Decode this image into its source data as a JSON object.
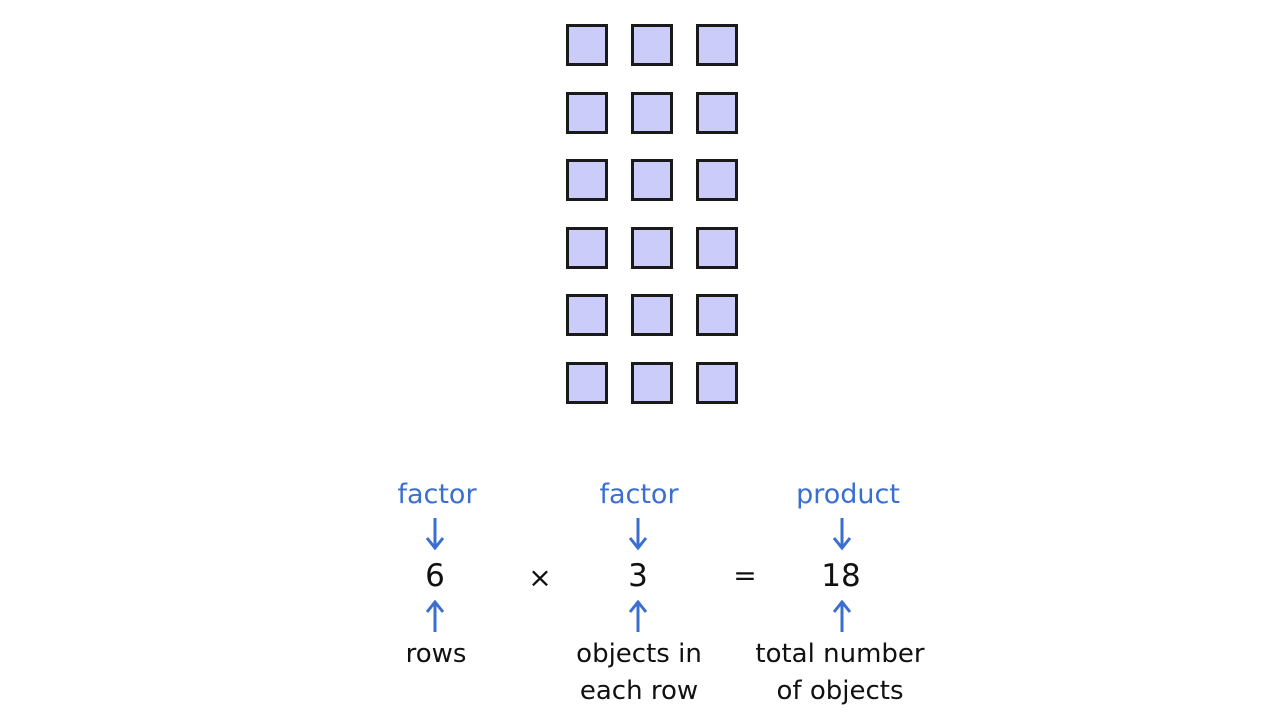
{
  "array": {
    "rows": 6,
    "columns": 3,
    "square_fill": "#ccccfb",
    "square_border": "#1a1a1a"
  },
  "equation": {
    "factor1": {
      "top_label": "factor",
      "value": "6",
      "bottom_label_lines": [
        "rows"
      ]
    },
    "times_sign": "×",
    "factor2": {
      "top_label": "factor",
      "value": "3",
      "bottom_label_lines": [
        "objects in",
        "each row"
      ]
    },
    "equals_sign": "=",
    "product": {
      "top_label": "product",
      "value": "18",
      "bottom_label_lines": [
        "total number",
        "of objects"
      ]
    }
  },
  "colors": {
    "label_blue": "#3a6fd0",
    "arrow_blue": "#3a6fd0",
    "text_dark": "#111111"
  }
}
